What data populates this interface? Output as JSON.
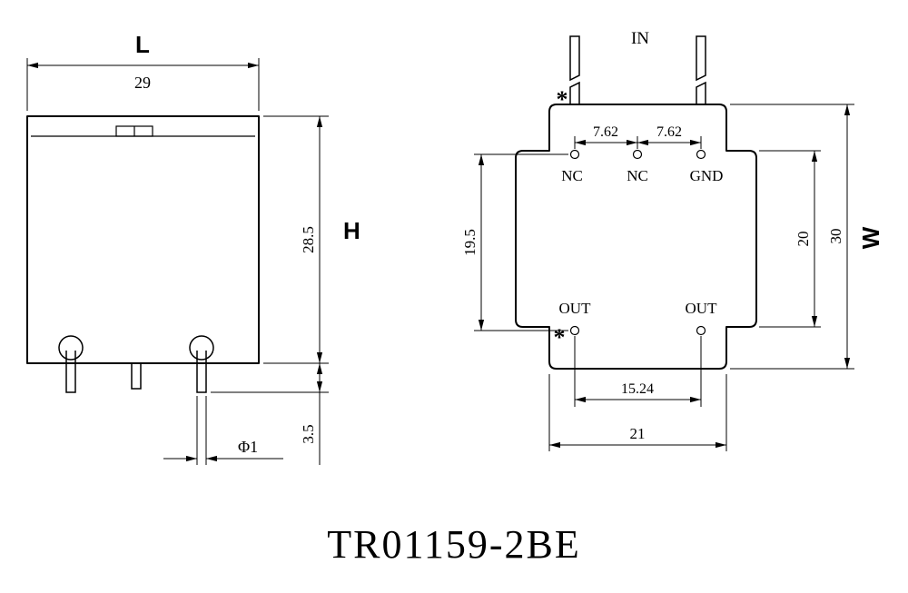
{
  "title": "TR01159-2BE",
  "colors": {
    "line": "#000000",
    "background": "#ffffff"
  },
  "front_view": {
    "width_dim": {
      "label": "L",
      "value": "29"
    },
    "height_dim": {
      "label": "H",
      "value": "28.5"
    },
    "pin_length_dim": "3.5",
    "pin_diameter_dim": "Φ1"
  },
  "bottom_view": {
    "input_label": "IN",
    "polarity_top": "*",
    "polarity_bottom": "*",
    "pin_pitch_dims": [
      "7.62",
      "7.62"
    ],
    "top_pins": [
      "NC",
      "NC",
      "GND"
    ],
    "bottom_pins": [
      "OUT",
      "OUT"
    ],
    "row_pitch_dim": "19.5",
    "flange_height_dim": "20",
    "body_height_dim": "30",
    "width_label": "W",
    "out_pitch_dim": "15.24",
    "body_width_dim": "21"
  }
}
